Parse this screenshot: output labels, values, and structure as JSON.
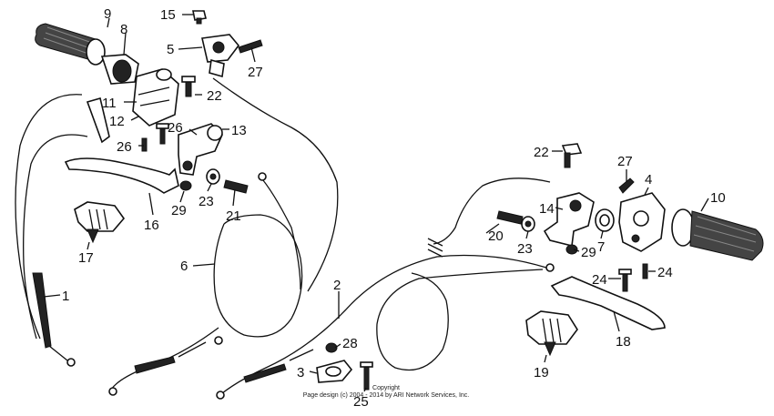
{
  "diagram": {
    "labels": [
      {
        "id": "9",
        "text": "9"
      },
      {
        "id": "8",
        "text": "8"
      },
      {
        "id": "15",
        "text": "15"
      },
      {
        "id": "5",
        "text": "5"
      },
      {
        "id": "27a",
        "text": "27"
      },
      {
        "id": "22a",
        "text": "22"
      },
      {
        "id": "11",
        "text": "11"
      },
      {
        "id": "12",
        "text": "12"
      },
      {
        "id": "26a",
        "text": "26"
      },
      {
        "id": "13",
        "text": "13"
      },
      {
        "id": "26b",
        "text": "26"
      },
      {
        "id": "16",
        "text": "16"
      },
      {
        "id": "29a",
        "text": "29"
      },
      {
        "id": "23a",
        "text": "23"
      },
      {
        "id": "21",
        "text": "21"
      },
      {
        "id": "17",
        "text": "17"
      },
      {
        "id": "6",
        "text": "6"
      },
      {
        "id": "1",
        "text": "1"
      },
      {
        "id": "22b",
        "text": "22"
      },
      {
        "id": "27b",
        "text": "27"
      },
      {
        "id": "4",
        "text": "4"
      },
      {
        "id": "10",
        "text": "10"
      },
      {
        "id": "14",
        "text": "14"
      },
      {
        "id": "20",
        "text": "20"
      },
      {
        "id": "23b",
        "text": "23"
      },
      {
        "id": "7",
        "text": "7"
      },
      {
        "id": "29b",
        "text": "29"
      },
      {
        "id": "24a",
        "text": "24"
      },
      {
        "id": "24b",
        "text": "24"
      },
      {
        "id": "2",
        "text": "2"
      },
      {
        "id": "18",
        "text": "18"
      },
      {
        "id": "28",
        "text": "28"
      },
      {
        "id": "3",
        "text": "3"
      },
      {
        "id": "19",
        "text": "19"
      },
      {
        "id": "25",
        "text": "25"
      }
    ],
    "caption_line1": "Copyright",
    "caption_line2": "Page design (c) 2004 - 2014 by ARI Network Services, Inc."
  }
}
